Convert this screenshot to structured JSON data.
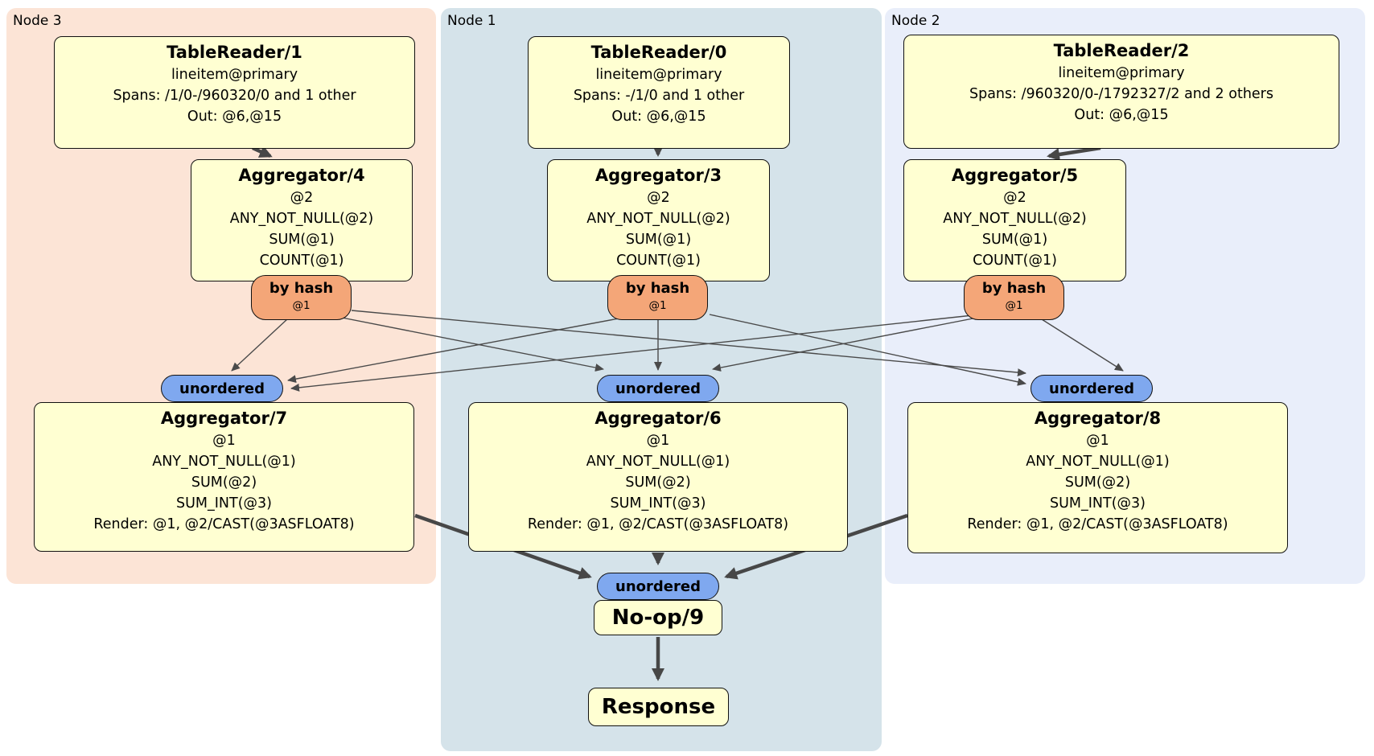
{
  "regions": [
    {
      "label": "Node 3"
    },
    {
      "label": "Node 1"
    },
    {
      "label": "Node 2"
    }
  ],
  "processors": {
    "tr1": {
      "title": "TableReader/1",
      "lines": [
        "lineitem@primary",
        "Spans: /1/0-/960320/0 and 1 other",
        "Out: @6,@15"
      ]
    },
    "tr0": {
      "title": "TableReader/0",
      "lines": [
        "lineitem@primary",
        "Spans: -/1/0 and 1 other",
        "Out: @6,@15"
      ]
    },
    "tr2": {
      "title": "TableReader/2",
      "lines": [
        "lineitem@primary",
        "Spans: /960320/0-/1792327/2 and 2 others",
        "Out: @6,@15"
      ]
    },
    "agg4": {
      "title": "Aggregator/4",
      "lines": [
        "@2",
        "ANY_NOT_NULL(@2)",
        "SUM(@1)",
        "COUNT(@1)"
      ]
    },
    "agg3": {
      "title": "Aggregator/3",
      "lines": [
        "@2",
        "ANY_NOT_NULL(@2)",
        "SUM(@1)",
        "COUNT(@1)"
      ]
    },
    "agg5": {
      "title": "Aggregator/5",
      "lines": [
        "@2",
        "ANY_NOT_NULL(@2)",
        "SUM(@1)",
        "COUNT(@1)"
      ]
    },
    "agg7": {
      "title": "Aggregator/7",
      "lines": [
        "@1",
        "ANY_NOT_NULL(@1)",
        "SUM(@2)",
        "SUM_INT(@3)",
        "Render: @1, @2/CAST(@3ASFLOAT8)"
      ]
    },
    "agg6": {
      "title": "Aggregator/6",
      "lines": [
        "@1",
        "ANY_NOT_NULL(@1)",
        "SUM(@2)",
        "SUM_INT(@3)",
        "Render: @1, @2/CAST(@3ASFLOAT8)"
      ]
    },
    "agg8": {
      "title": "Aggregator/8",
      "lines": [
        "@1",
        "ANY_NOT_NULL(@1)",
        "SUM(@2)",
        "SUM_INT(@3)",
        "Render: @1, @2/CAST(@3ASFLOAT8)"
      ]
    },
    "noop": {
      "title": "No-op/9"
    },
    "response": {
      "title": "Response"
    }
  },
  "routers": {
    "by_hash": {
      "label": "by hash",
      "detail": "@1"
    }
  },
  "streams": {
    "unordered": {
      "label": "unordered"
    }
  },
  "colors": {
    "node3_bg": "#fce4d6",
    "node1_bg": "#d5e3ea",
    "node2_bg": "#e9eefa",
    "box_bg": "#ffffd2",
    "box_border": "#111111",
    "router_bg": "#f4a678",
    "stream_bg": "#7fa8ef",
    "edge": "#4a4a4a"
  }
}
